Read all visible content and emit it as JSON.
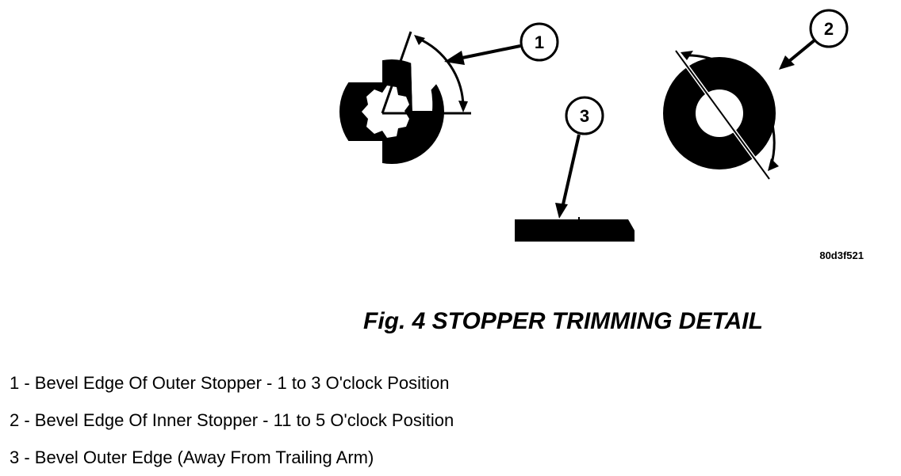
{
  "figure": {
    "caption": "Fig. 4 STOPPER TRIMMING DETAIL",
    "code": "80d3f521"
  },
  "callouts": [
    "1",
    "2",
    "3"
  ],
  "legend": [
    "1 - Bevel Edge Of Outer Stopper - 1 to 3 O'clock Position",
    "2 - Bevel Edge Of Inner Stopper - 11 to 5 O'clock Position",
    "3 - Bevel Outer Edge (Away From Trailing Arm)"
  ],
  "colors": {
    "ink": "#000000",
    "paper": "#ffffff"
  }
}
